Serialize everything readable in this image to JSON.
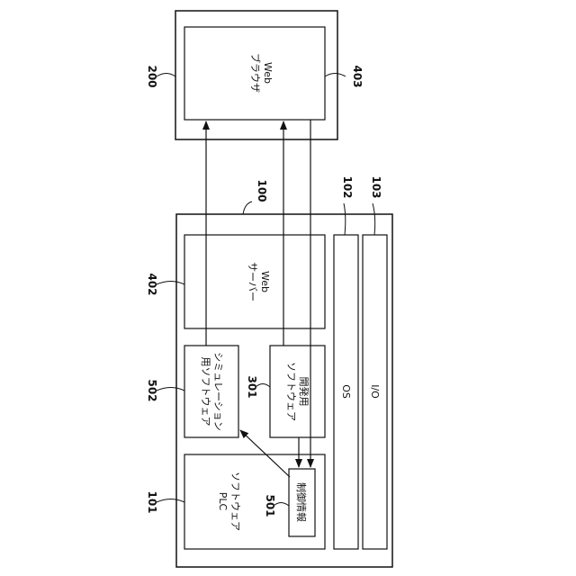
{
  "device": {
    "ref": "100",
    "web_server": {
      "ref": "402",
      "line1": "Web",
      "line2": "サーバー"
    },
    "simulation_software": {
      "ref": "502",
      "line1": "シミュレーション",
      "line2": "用ソフトウェア"
    },
    "dev_software": {
      "ref": "301",
      "line1": "開発用",
      "line2": "ソフトウェア"
    },
    "software_plc": {
      "ref": "101",
      "line1": "ソフトウェア",
      "line2": "PLC"
    },
    "control_info": {
      "ref": "501",
      "label": "制御情報"
    },
    "os": {
      "ref": "102",
      "label": "OS"
    },
    "io": {
      "ref": "103",
      "label": "I/O"
    }
  },
  "terminal": {
    "ref": "200",
    "web_browser": {
      "ref": "403",
      "line1": "Web",
      "line2": "ブラウザ"
    }
  }
}
